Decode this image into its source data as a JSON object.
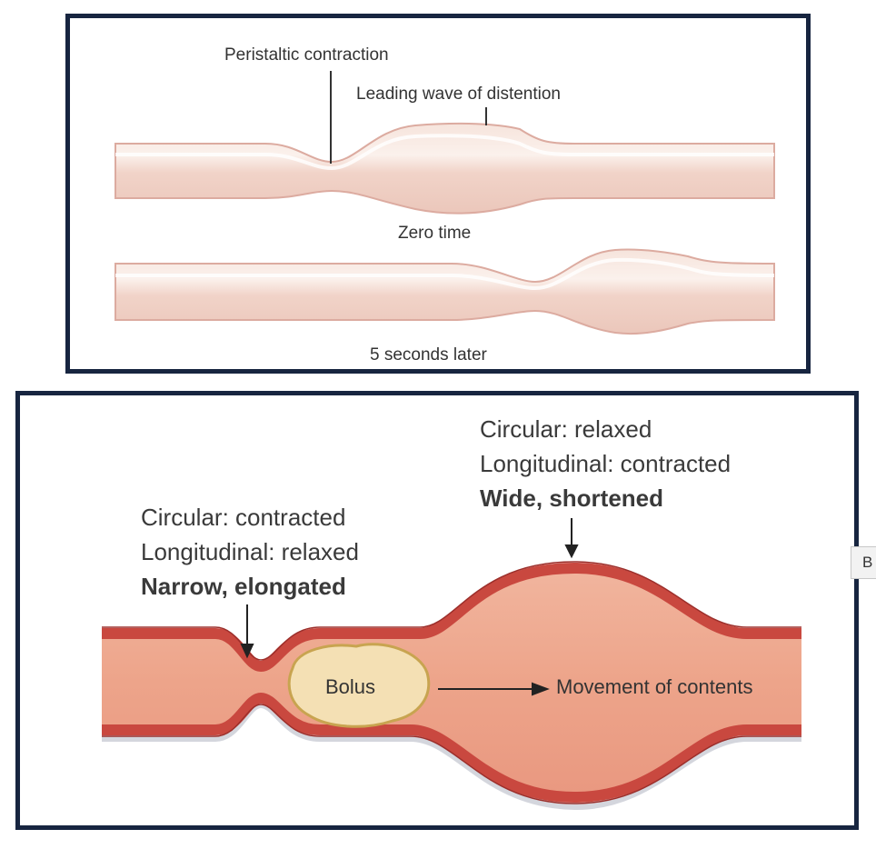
{
  "top_panel": {
    "peristaltic_contraction": "Peristaltic contraction",
    "leading_wave": "Leading wave of distention",
    "zero_time": "Zero time",
    "five_seconds": "5 seconds later"
  },
  "bottom_panel": {
    "right_circular": "Circular: relaxed",
    "right_longitudinal": "Longitudinal: contracted",
    "right_shape": "Wide, shortened",
    "left_circular": "Circular: contracted",
    "left_longitudinal": "Longitudinal: relaxed",
    "left_shape": "Narrow, elongated",
    "bolus": "Bolus",
    "movement": "Movement of contents"
  },
  "side_tab": "B",
  "colors": {
    "frame": "#172540",
    "tube_wall_top": "#e3b3ab",
    "tube_fill_top": "#f3d9cf",
    "tube_wall_bottom": "#c9483f",
    "tube_fill_bottom": "#eea890",
    "bolus_fill": "#f4e0b4",
    "bolus_stroke": "#c8a450"
  }
}
